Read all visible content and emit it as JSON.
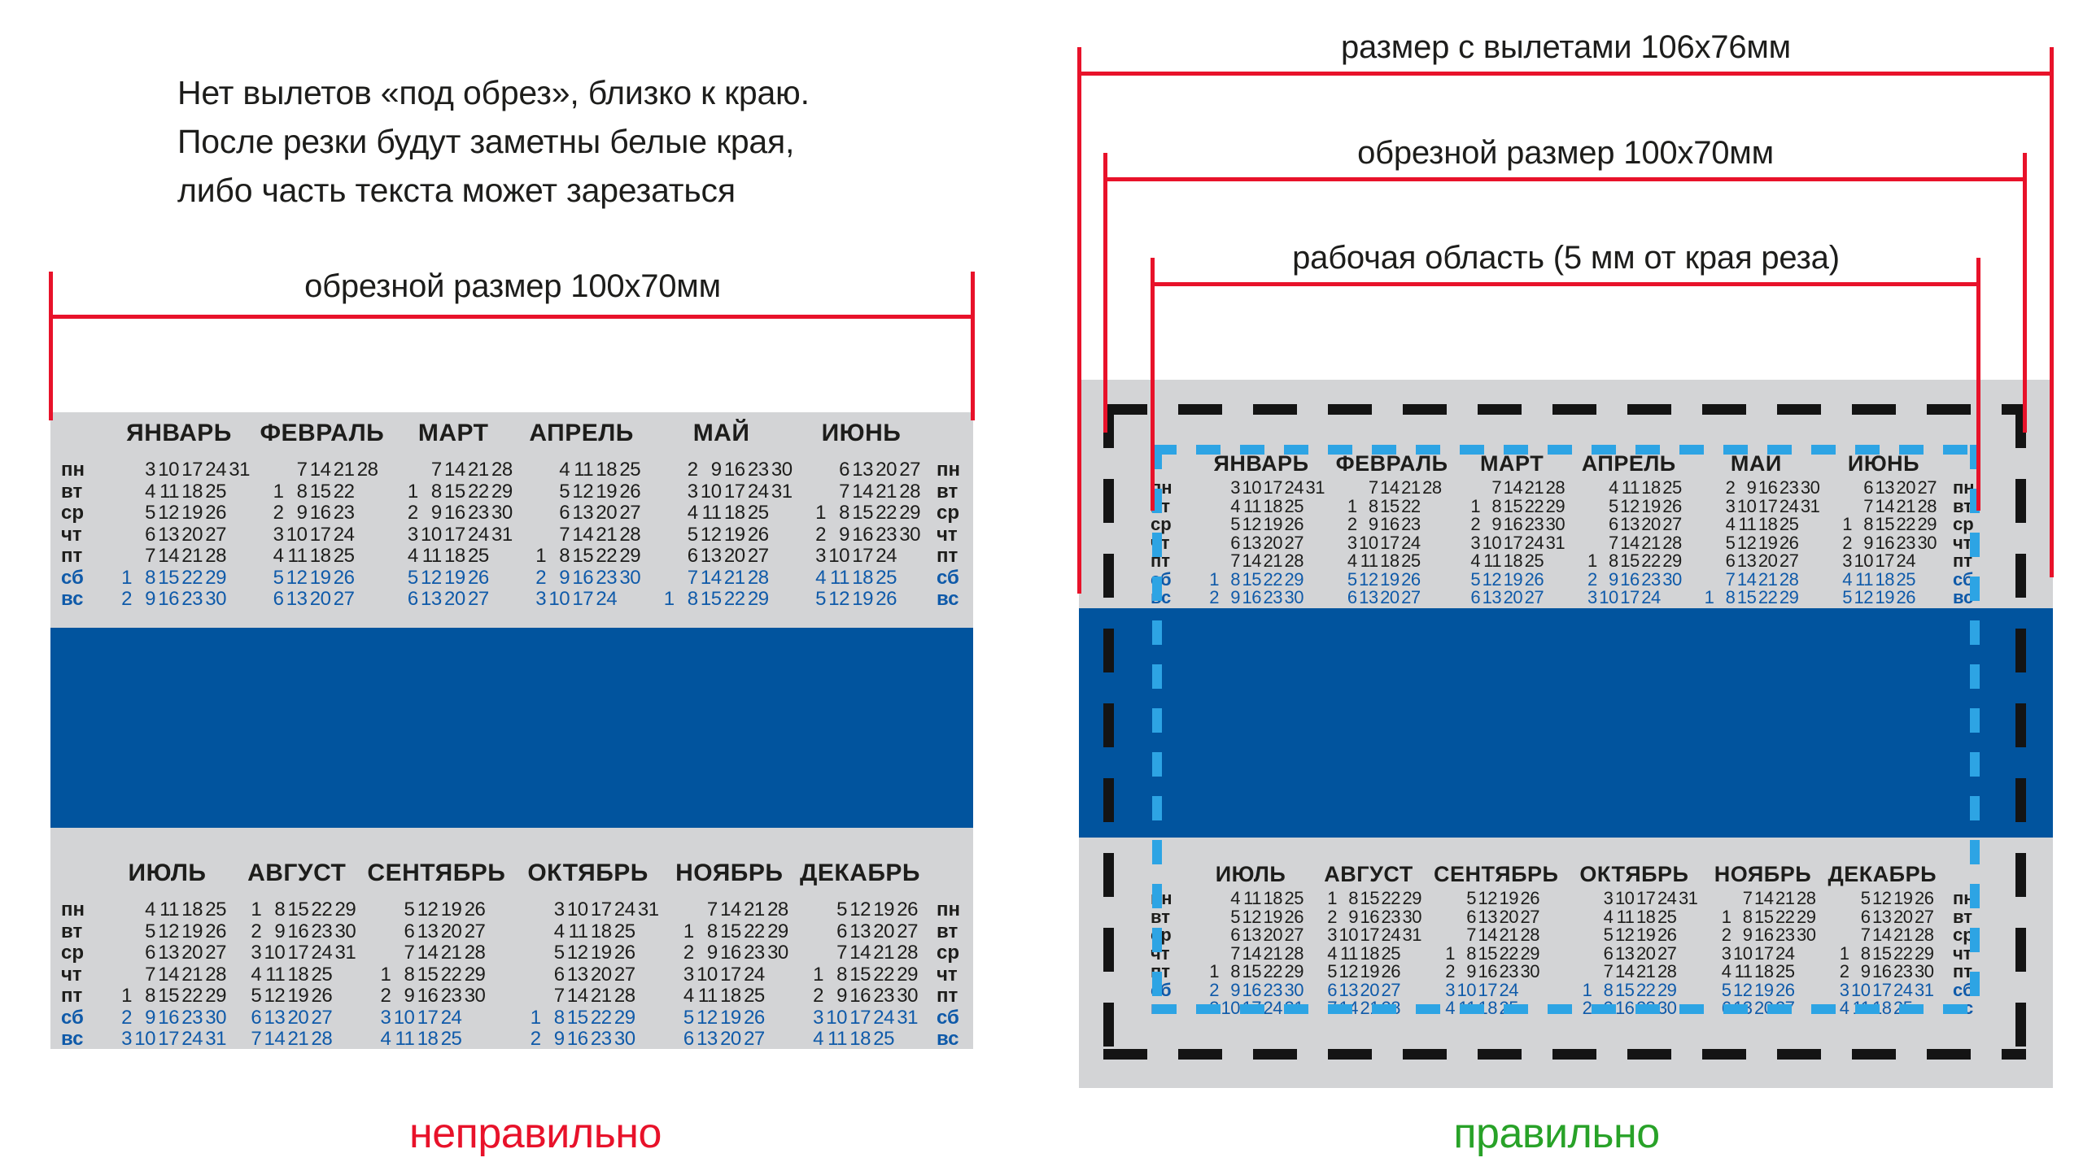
{
  "colors": {
    "red": "#e8122a",
    "green": "#28a228",
    "card_gray": "#d3d4d6",
    "band_blue": "#01549e",
    "weekend_blue": "#0f5aa9",
    "dash_black": "#141414",
    "dash_lightblue": "#2da4e4",
    "text_black": "#1d1d1b"
  },
  "note": {
    "lines": [
      "Нет вылетов «под обрез», близко к краю.",
      "После резки будут заметны белые края,",
      "либо часть текста может зарезаться"
    ]
  },
  "left_example": {
    "dim_label": "обрезной размер 100х70мм",
    "verdict": "неправильно"
  },
  "right_example": {
    "dim_labels": [
      "размер с вылетами 106х76мм",
      "обрезной размер 100х70мм",
      "рабочая область (5 мм от края реза)"
    ],
    "verdict": "правильно"
  },
  "calendar": {
    "weekdays": [
      "пн",
      "вт",
      "ср",
      "чт",
      "пт",
      "сб",
      "вс"
    ],
    "weekend_rows": [
      5,
      6
    ],
    "months": [
      {
        "name": "ЯНВАРЬ",
        "rows": [
          [
            "",
            "3",
            "10",
            "17",
            "24",
            "31"
          ],
          [
            "",
            "4",
            "11",
            "18",
            "25",
            ""
          ],
          [
            "",
            "5",
            "12",
            "19",
            "26",
            ""
          ],
          [
            "",
            "6",
            "13",
            "20",
            "27",
            ""
          ],
          [
            "",
            "7",
            "14",
            "21",
            "28",
            ""
          ],
          [
            "1",
            "8",
            "15",
            "22",
            "29",
            ""
          ],
          [
            "2",
            "9",
            "16",
            "23",
            "30",
            ""
          ]
        ]
      },
      {
        "name": "ФЕВРАЛЬ",
        "rows": [
          [
            "",
            "7",
            "14",
            "21",
            "28"
          ],
          [
            "1",
            "8",
            "15",
            "22",
            ""
          ],
          [
            "2",
            "9",
            "16",
            "23",
            ""
          ],
          [
            "3",
            "10",
            "17",
            "24",
            ""
          ],
          [
            "4",
            "11",
            "18",
            "25",
            ""
          ],
          [
            "5",
            "12",
            "19",
            "26",
            ""
          ],
          [
            "6",
            "13",
            "20",
            "27",
            ""
          ]
        ]
      },
      {
        "name": "МАРТ",
        "rows": [
          [
            "",
            "7",
            "14",
            "21",
            "28"
          ],
          [
            "1",
            "8",
            "15",
            "22",
            "29"
          ],
          [
            "2",
            "9",
            "16",
            "23",
            "30"
          ],
          [
            "3",
            "10",
            "17",
            "24",
            "31"
          ],
          [
            "4",
            "11",
            "18",
            "25",
            ""
          ],
          [
            "5",
            "12",
            "19",
            "26",
            ""
          ],
          [
            "6",
            "13",
            "20",
            "27",
            ""
          ]
        ]
      },
      {
        "name": "АПРЕЛЬ",
        "rows": [
          [
            "",
            "4",
            "11",
            "18",
            "25"
          ],
          [
            "",
            "5",
            "12",
            "19",
            "26"
          ],
          [
            "",
            "6",
            "13",
            "20",
            "27"
          ],
          [
            "",
            "7",
            "14",
            "21",
            "28"
          ],
          [
            "1",
            "8",
            "15",
            "22",
            "29"
          ],
          [
            "2",
            "9",
            "16",
            "23",
            "30"
          ],
          [
            "3",
            "10",
            "17",
            "24",
            ""
          ]
        ]
      },
      {
        "name": "МАЙ",
        "rows": [
          [
            "",
            "2",
            "9",
            "16",
            "23",
            "30"
          ],
          [
            "",
            "3",
            "10",
            "17",
            "24",
            "31"
          ],
          [
            "",
            "4",
            "11",
            "18",
            "25",
            ""
          ],
          [
            "",
            "5",
            "12",
            "19",
            "26",
            ""
          ],
          [
            "",
            "6",
            "13",
            "20",
            "27",
            ""
          ],
          [
            "",
            "7",
            "14",
            "21",
            "28",
            ""
          ],
          [
            "1",
            "8",
            "15",
            "22",
            "29",
            ""
          ]
        ]
      },
      {
        "name": "ИЮНЬ",
        "rows": [
          [
            "",
            "6",
            "13",
            "20",
            "27"
          ],
          [
            "",
            "7",
            "14",
            "21",
            "28"
          ],
          [
            "1",
            "8",
            "15",
            "22",
            "29"
          ],
          [
            "2",
            "9",
            "16",
            "23",
            "30"
          ],
          [
            "3",
            "10",
            "17",
            "24",
            ""
          ],
          [
            "4",
            "11",
            "18",
            "25",
            ""
          ],
          [
            "5",
            "12",
            "19",
            "26",
            ""
          ]
        ]
      },
      {
        "name": "ИЮЛЬ",
        "rows": [
          [
            "",
            "4",
            "11",
            "18",
            "25"
          ],
          [
            "",
            "5",
            "12",
            "19",
            "26"
          ],
          [
            "",
            "6",
            "13",
            "20",
            "27"
          ],
          [
            "",
            "7",
            "14",
            "21",
            "28"
          ],
          [
            "1",
            "8",
            "15",
            "22",
            "29"
          ],
          [
            "2",
            "9",
            "16",
            "23",
            "30"
          ],
          [
            "3",
            "10",
            "17",
            "24",
            "31"
          ]
        ]
      },
      {
        "name": "АВГУСТ",
        "rows": [
          [
            "1",
            "8",
            "15",
            "22",
            "29"
          ],
          [
            "2",
            "9",
            "16",
            "23",
            "30"
          ],
          [
            "3",
            "10",
            "17",
            "24",
            "31"
          ],
          [
            "4",
            "11",
            "18",
            "25",
            ""
          ],
          [
            "5",
            "12",
            "19",
            "26",
            ""
          ],
          [
            "6",
            "13",
            "20",
            "27",
            ""
          ],
          [
            "7",
            "14",
            "21",
            "28",
            ""
          ]
        ]
      },
      {
        "name": "СЕНТЯБРЬ",
        "rows": [
          [
            "",
            "5",
            "12",
            "19",
            "26"
          ],
          [
            "",
            "6",
            "13",
            "20",
            "27"
          ],
          [
            "",
            "7",
            "14",
            "21",
            "28"
          ],
          [
            "1",
            "8",
            "15",
            "22",
            "29"
          ],
          [
            "2",
            "9",
            "16",
            "23",
            "30"
          ],
          [
            "3",
            "10",
            "17",
            "24",
            ""
          ],
          [
            "4",
            "11",
            "18",
            "25",
            ""
          ]
        ]
      },
      {
        "name": "ОКТЯБРЬ",
        "rows": [
          [
            "",
            "3",
            "10",
            "17",
            "24",
            "31"
          ],
          [
            "",
            "4",
            "11",
            "18",
            "25",
            ""
          ],
          [
            "",
            "5",
            "12",
            "19",
            "26",
            ""
          ],
          [
            "",
            "6",
            "13",
            "20",
            "27",
            ""
          ],
          [
            "",
            "7",
            "14",
            "21",
            "28",
            ""
          ],
          [
            "1",
            "8",
            "15",
            "22",
            "29",
            ""
          ],
          [
            "2",
            "9",
            "16",
            "23",
            "30",
            ""
          ]
        ]
      },
      {
        "name": "НОЯБРЬ",
        "rows": [
          [
            "",
            "7",
            "14",
            "21",
            "28"
          ],
          [
            "1",
            "8",
            "15",
            "22",
            "29"
          ],
          [
            "2",
            "9",
            "16",
            "23",
            "30"
          ],
          [
            "3",
            "10",
            "17",
            "24",
            ""
          ],
          [
            "4",
            "11",
            "18",
            "25",
            ""
          ],
          [
            "5",
            "12",
            "19",
            "26",
            ""
          ],
          [
            "6",
            "13",
            "20",
            "27",
            ""
          ]
        ]
      },
      {
        "name": "ДЕКАБРЬ",
        "rows": [
          [
            "",
            "5",
            "12",
            "19",
            "26"
          ],
          [
            "",
            "6",
            "13",
            "20",
            "27"
          ],
          [
            "",
            "7",
            "14",
            "21",
            "28"
          ],
          [
            "1",
            "8",
            "15",
            "22",
            "29"
          ],
          [
            "2",
            "9",
            "16",
            "23",
            "30"
          ],
          [
            "3",
            "10",
            "17",
            "24",
            "31"
          ],
          [
            "4",
            "11",
            "18",
            "25",
            ""
          ]
        ]
      }
    ]
  }
}
